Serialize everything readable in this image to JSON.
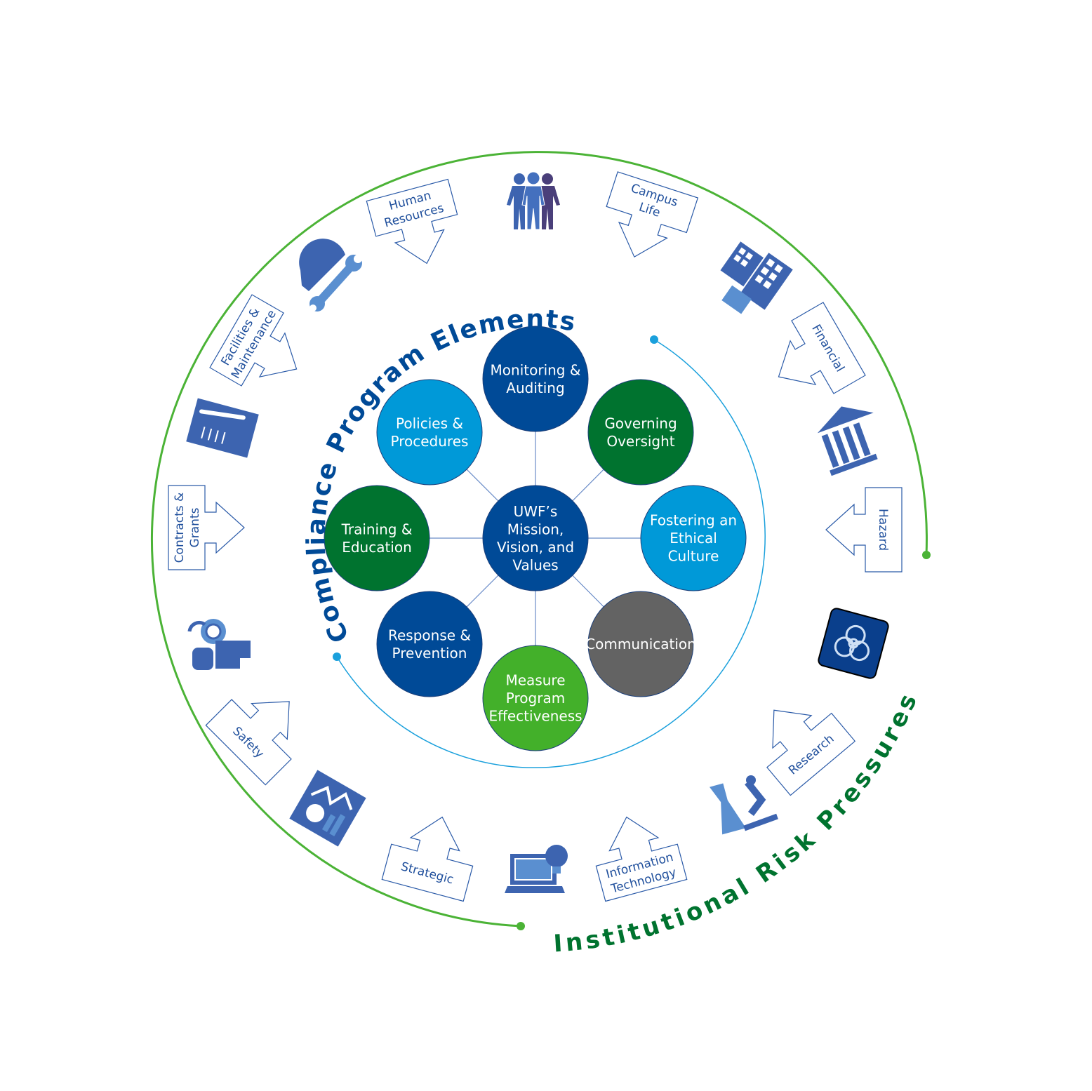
{
  "colors": {
    "dark_blue": "#004a97",
    "light_blue": "#0099d8",
    "dark_green": "#00732f",
    "gray": "#636363",
    "light_green": "#43b02a",
    "icon_blue": "#3d64b0",
    "outer_arc": "#4bb336",
    "inner_arc": "#1aa0dc",
    "spoke": "#6a8cc8"
  },
  "inner_title": "Compliance Program Elements",
  "outer_title": "Institutional Risk Pressures",
  "center": {
    "lines": [
      "UWF’s",
      "Mission,",
      "Vision, and",
      "Values"
    ],
    "color": "dark_blue"
  },
  "elements": [
    {
      "lines": [
        "Monitoring &",
        "Auditing"
      ],
      "color": "dark_blue"
    },
    {
      "lines": [
        "Governing",
        "Oversight"
      ],
      "color": "dark_green"
    },
    {
      "lines": [
        "Fostering an",
        "Ethical",
        "Culture"
      ],
      "color": "light_blue"
    },
    {
      "lines": [
        "Communication"
      ],
      "color": "gray"
    },
    {
      "lines": [
        "Measure",
        "Program",
        "Effectiveness"
      ],
      "color": "light_green"
    },
    {
      "lines": [
        "Response &",
        "Prevention"
      ],
      "color": "dark_blue"
    },
    {
      "lines": [
        "Training &",
        "Education"
      ],
      "color": "dark_green"
    },
    {
      "lines": [
        "Policies &",
        "Procedures"
      ],
      "color": "light_blue"
    }
  ],
  "risk_areas": [
    {
      "lines": [
        "Human",
        "Resources"
      ]
    },
    {
      "lines": [
        "Campus",
        "Life"
      ]
    },
    {
      "lines": [
        "Financial"
      ]
    },
    {
      "lines": [
        "Hazard"
      ]
    },
    {
      "lines": [
        "Research"
      ]
    },
    {
      "lines": [
        "Information",
        "Technology"
      ]
    },
    {
      "lines": [
        "Strategic"
      ]
    },
    {
      "lines": [
        "Safety"
      ]
    },
    {
      "lines": [
        "Contracts &",
        "Grants"
      ]
    },
    {
      "lines": [
        "Facilities &",
        "Maintenance"
      ]
    }
  ],
  "icons": [
    "people-icon",
    "buildings-icon",
    "bank-icon",
    "biohazard-icon",
    "lab-microscope-icon",
    "laptop-idea-icon",
    "chart-icon",
    "doctor-icon",
    "contract-icon",
    "hardhat-wrench-icon"
  ]
}
